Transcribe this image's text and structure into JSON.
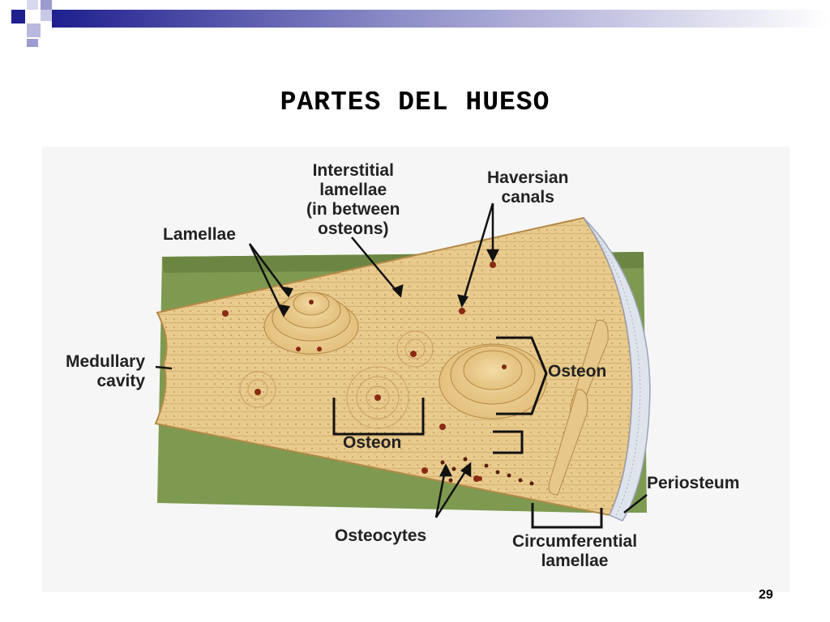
{
  "slide": {
    "title": "PARTES DEL HUESO",
    "page_number": "29",
    "colors": {
      "accent": "#1f1f8f",
      "accent_light": "#a9a9d6",
      "bone": "#e8c98b",
      "board": "#7d9a50"
    }
  },
  "diagram": {
    "labels": {
      "interstitial": "Interstitial\nlamellae\n(in between\nosteons)",
      "haversian": "Haversian\ncanals",
      "lamellae": "Lamellae",
      "medullary": "Medullary\ncavity",
      "osteon_right": "Osteon",
      "osteon_bottom": "Osteon",
      "periosteum": "Periosteum",
      "osteocytes": "Osteocytes",
      "circumferential": "Circumferential\nlamellae"
    }
  }
}
